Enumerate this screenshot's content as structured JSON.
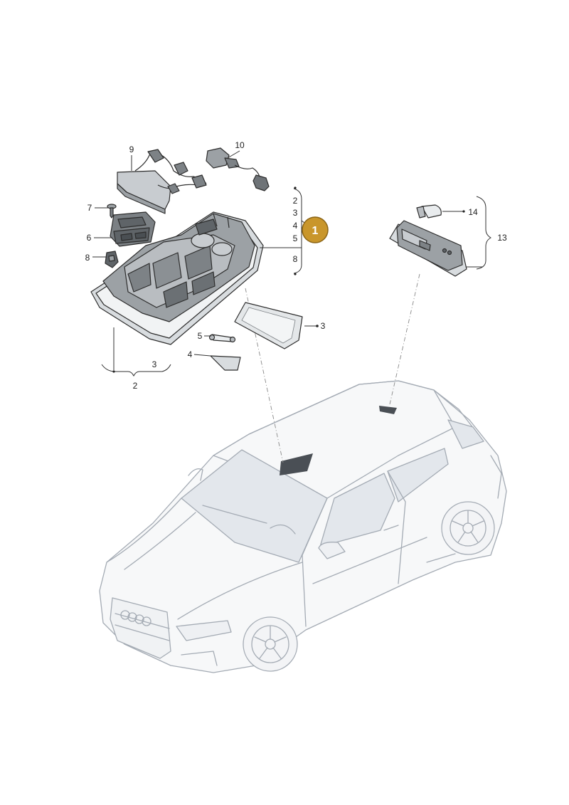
{
  "colors": {
    "badge_fill": "#c9962b",
    "badge_stroke": "#8a6416",
    "part_dark": "#5f6468",
    "part_mid": "#9ca1a5",
    "part_light": "#d8dcdf",
    "lens": "#e4e7e9",
    "car_line": "#a4abb4",
    "car_glass": "#dde2e8",
    "lamp_mark": "#4a4f55"
  },
  "icons": [
    "marker-badge",
    "dot-marker"
  ],
  "badge": {
    "label": "1"
  },
  "callouts": {
    "c9": "9",
    "c10": "10",
    "c7": "7",
    "c6": "6",
    "c8": "8",
    "list_2": "2",
    "list_3": "3",
    "list_4": "4",
    "list_5": "5",
    "list_8": "8",
    "lens_3": "3",
    "bulb_5": "5",
    "cover_4": "4",
    "bottom_3": "3",
    "bottom_2": "2",
    "c14": "14",
    "c13": "13"
  }
}
